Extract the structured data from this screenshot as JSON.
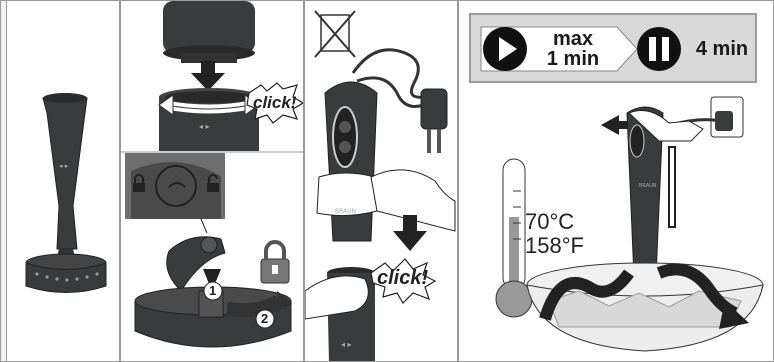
{
  "panel_b": {
    "click_label": "click!"
  },
  "panel_c": {
    "click_label": "click!"
  },
  "panel_d": {
    "timer": {
      "max_label": "max",
      "on_duration": "1 min",
      "pause_duration": "4 min"
    },
    "temperature": {
      "celsius": "70°C",
      "fahrenheit": "158°F"
    }
  },
  "markers": {
    "step1": "1",
    "step2": "2"
  },
  "colors": {
    "body": "#3a3b3d",
    "dark": "#232323",
    "accent": "#aaaaaa",
    "timer_bg": "#d9d9d9"
  },
  "icons": [
    "lock-icon",
    "unlock-icon",
    "arrow-down-icon",
    "play-icon",
    "pause-icon",
    "no-dishwasher-icon",
    "thermometer-icon",
    "plug-icon"
  ]
}
